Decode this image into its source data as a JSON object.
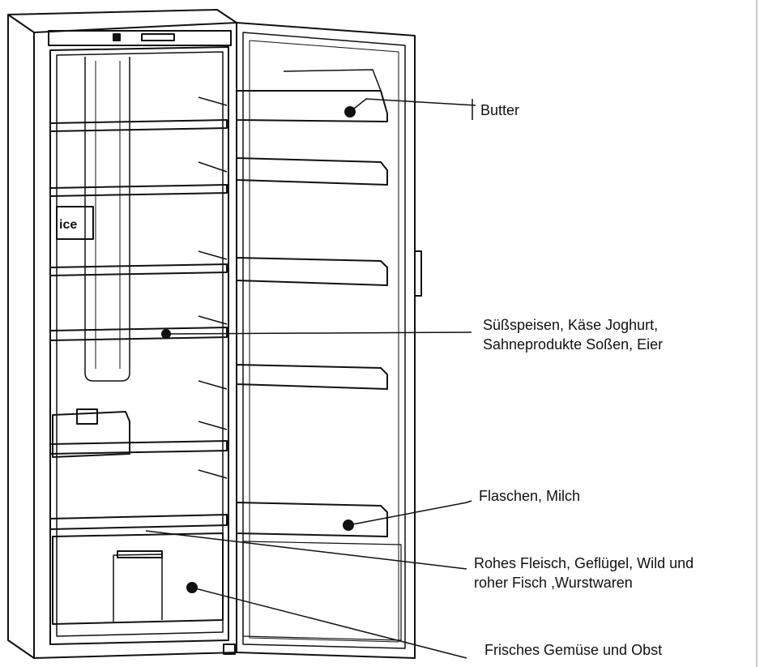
{
  "labels": {
    "butter": "Butter",
    "desserts_line1": "Süßspeisen, Käse Joghurt,",
    "desserts_line2": "Sahneprodukte Soßen, Eier",
    "bottles": "Flaschen, Milch",
    "meat_line1": "Rohes Fleisch, Geflügel, Wild und",
    "meat_line2": "roher Fisch ,Wurstwaren",
    "vegetables": "Frisches Gemüse und Obst"
  },
  "colors": {
    "line": "#111111",
    "background": "#ffffff"
  }
}
